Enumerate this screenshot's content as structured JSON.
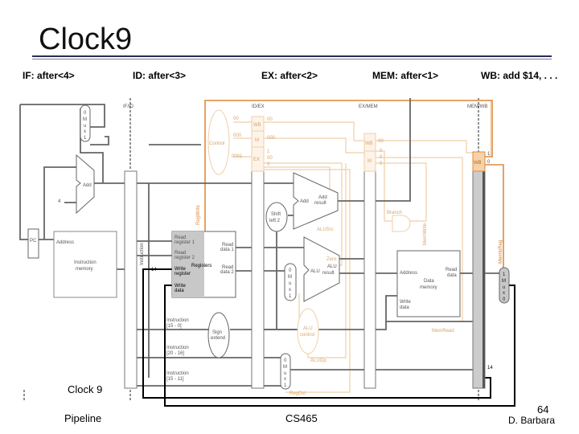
{
  "slide": {
    "title": "Clock9",
    "clock_label": "Clock 9",
    "footer_left": "Pipeline",
    "footer_center": "CS465",
    "page_number": "64",
    "author": "D. Barbara"
  },
  "stages": [
    {
      "label": "IF: after<4>"
    },
    {
      "label": "ID: after<3>"
    },
    {
      "label": "EX: after<2>"
    },
    {
      "label": "MEM: after<1>"
    },
    {
      "label": "WB: add $14, . . ."
    }
  ],
  "diagram": {
    "registers": {
      "if_id": "IF/ID",
      "id_ex": "ID/EX",
      "ex_mem": "EX/MEM",
      "mem_wb": "MEM/WB"
    },
    "if": {
      "pc": "PC",
      "add": "Add",
      "four": "4",
      "address": "Address",
      "imem": [
        "Instruction",
        "memory"
      ],
      "mux": [
        "0",
        "M",
        "u",
        "x",
        "1"
      ]
    },
    "id": {
      "control": "Control",
      "regwrite": "RegWrite",
      "instruction": "Instruction",
      "read_reg1": [
        "Read",
        "register 1"
      ],
      "read_reg2": [
        "Read",
        "register 2"
      ],
      "write_reg": [
        "Write",
        "register"
      ],
      "write_data": [
        "Write",
        "data"
      ],
      "registers": "Registers",
      "read_data1": [
        "Read",
        "data 1"
      ],
      "read_data2": [
        "Read",
        "data 2"
      ],
      "reg_num": "14",
      "sign_extend": [
        "Sign",
        "extend"
      ],
      "instr_15_0": [
        "Instruction",
        "[15 - 0]"
      ],
      "instr_20_16": [
        "Instruction",
        "[20 - 16]"
      ],
      "instr_15_11": [
        "Instruction",
        "[15 - 11]"
      ],
      "wb_bits": "00",
      "m_bits": "000",
      "ex_bits": "0001"
    },
    "ex": {
      "wb": "WB",
      "m": "M",
      "ex": "EX",
      "add": "Add",
      "add_result": [
        "Add",
        "result"
      ],
      "shift": [
        "Shift",
        "left 2"
      ],
      "alusrc": "ALUSrc",
      "alu": "ALU",
      "zero": "Zero",
      "alu_result": [
        "ALU",
        "result"
      ],
      "alu_control": [
        "ALU",
        "control"
      ],
      "aluop": "ALUOp",
      "regdst": "RegDst",
      "mux": [
        "0",
        "M",
        "u",
        "x",
        "1"
      ],
      "wb_out": "00",
      "m_out": "000",
      "ex_outs": [
        "1",
        "00",
        "0"
      ]
    },
    "mem": {
      "wb": "WB",
      "m": "M",
      "branch": "Branch",
      "memwrite": "MemWrite",
      "memread": "MemRead",
      "address": "Address",
      "dmem": [
        "Data",
        "memory"
      ],
      "read_data": [
        "Read",
        "data"
      ],
      "write_data": [
        "Write",
        "data"
      ],
      "wb_out": "00",
      "m_outs": [
        "0",
        "0",
        "0"
      ]
    },
    "wb": {
      "wb": "WB",
      "memtoreg": "MemtoReg",
      "reg_num": "14",
      "bits": [
        "1",
        "0"
      ],
      "mux": [
        "1",
        "M",
        "u",
        "x",
        "0"
      ]
    }
  },
  "colors": {
    "datapath": "#666666",
    "control_active": "#e08a3c",
    "control_inactive": "#f0cfa8",
    "highlight": "#c8c8c8"
  }
}
